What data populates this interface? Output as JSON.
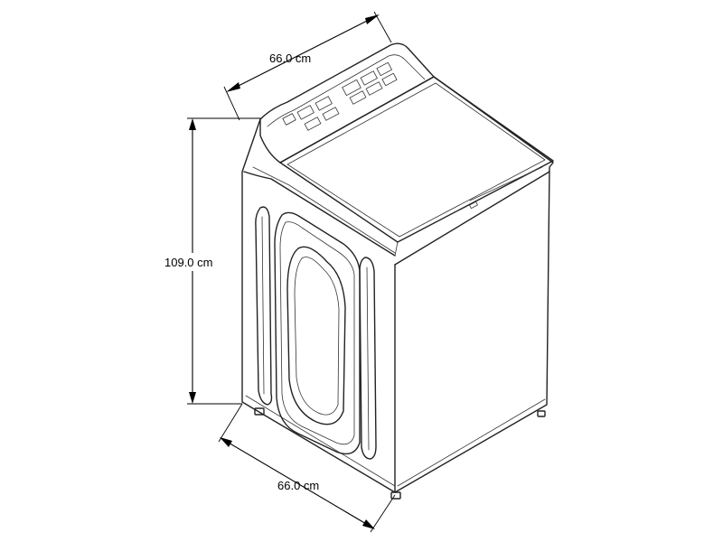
{
  "dimensions": {
    "top_width": "66.0 cm",
    "height": "109.0 cm",
    "bottom_depth": "66.0 cm"
  }
}
